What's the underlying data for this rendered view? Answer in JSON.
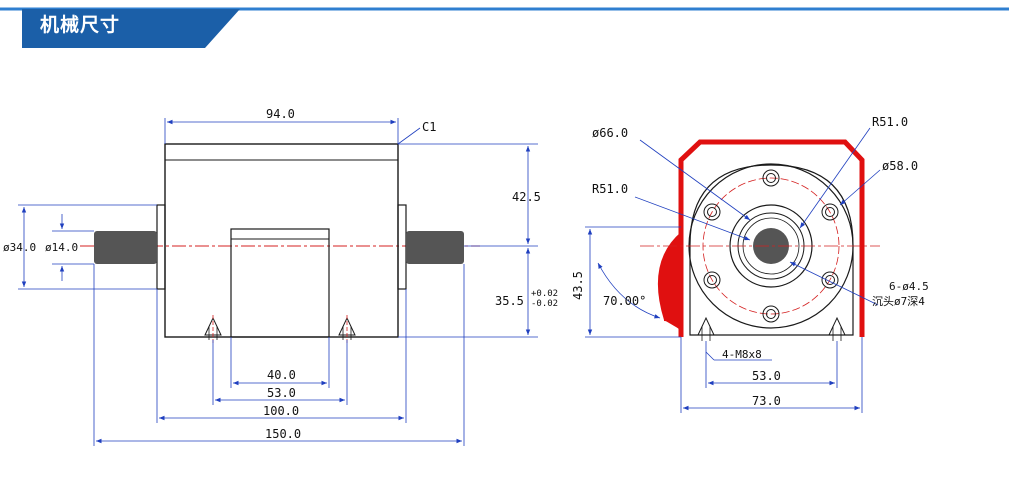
{
  "header": {
    "title": "机械尺寸",
    "band_color": "#1b5fa8",
    "rule_color": "#2f7fd0"
  },
  "colors": {
    "outline": "#1f3fbf",
    "line": "#1a1a1a",
    "centerline": "#d42020",
    "red_fill": "#e01010",
    "shaft": "#555555"
  },
  "side_view": {
    "width_94": "94.0",
    "chamfer": "C1",
    "height_42_5": "42.5",
    "height_35_5": "35.5",
    "tol_plus": "+0.02",
    "tol_minus": "-0.02",
    "dia_34": "ø34.0",
    "dia_14": "ø14.0",
    "dim_40": "40.0",
    "dim_53": "53.0",
    "dim_100": "100.0",
    "dim_150": "150.0"
  },
  "front_view": {
    "dia_66": "ø66.0",
    "r51_top": "R51.0",
    "r51_left": "R51.0",
    "dia_58": "ø58.0",
    "height_43_5": "43.5",
    "angle_70": "70.00°",
    "holes_count": "6-ø4.5",
    "counterbore": "沉头ø7深4",
    "thread": "4-M8x8",
    "dim_53": "53.0",
    "dim_73": "73.0"
  }
}
